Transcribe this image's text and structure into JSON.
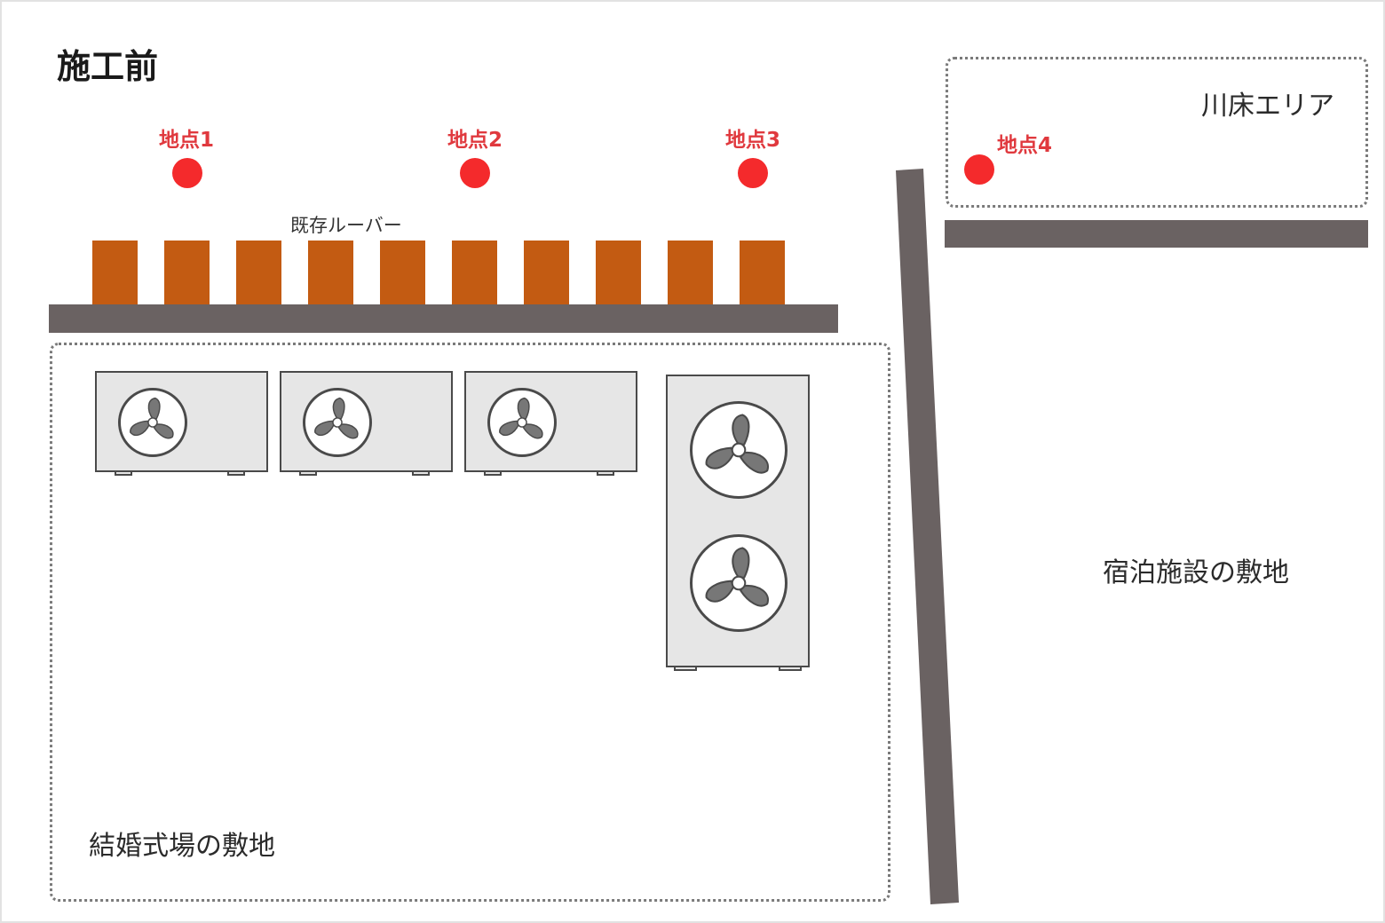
{
  "title": "施工前",
  "points": [
    {
      "label": "地点1"
    },
    {
      "label": "地点2"
    },
    {
      "label": "地点3"
    },
    {
      "label": "地点4"
    }
  ],
  "louver": {
    "label": "既存ルーバー",
    "slat_count": 10
  },
  "zones": {
    "kawadoko": "川床エリア",
    "wedding": "結婚式場の敷地",
    "lodging": "宿泊施設の敷地"
  },
  "units": {
    "horizontal_count": 3,
    "vertical_count": 1
  },
  "colors": {
    "point": "#f42a2c",
    "point_label": "#e0393e",
    "louver": "#c35b12",
    "wall": "#6a6262",
    "unit_body": "#e6e6e6",
    "fan_blade": "#777777"
  }
}
